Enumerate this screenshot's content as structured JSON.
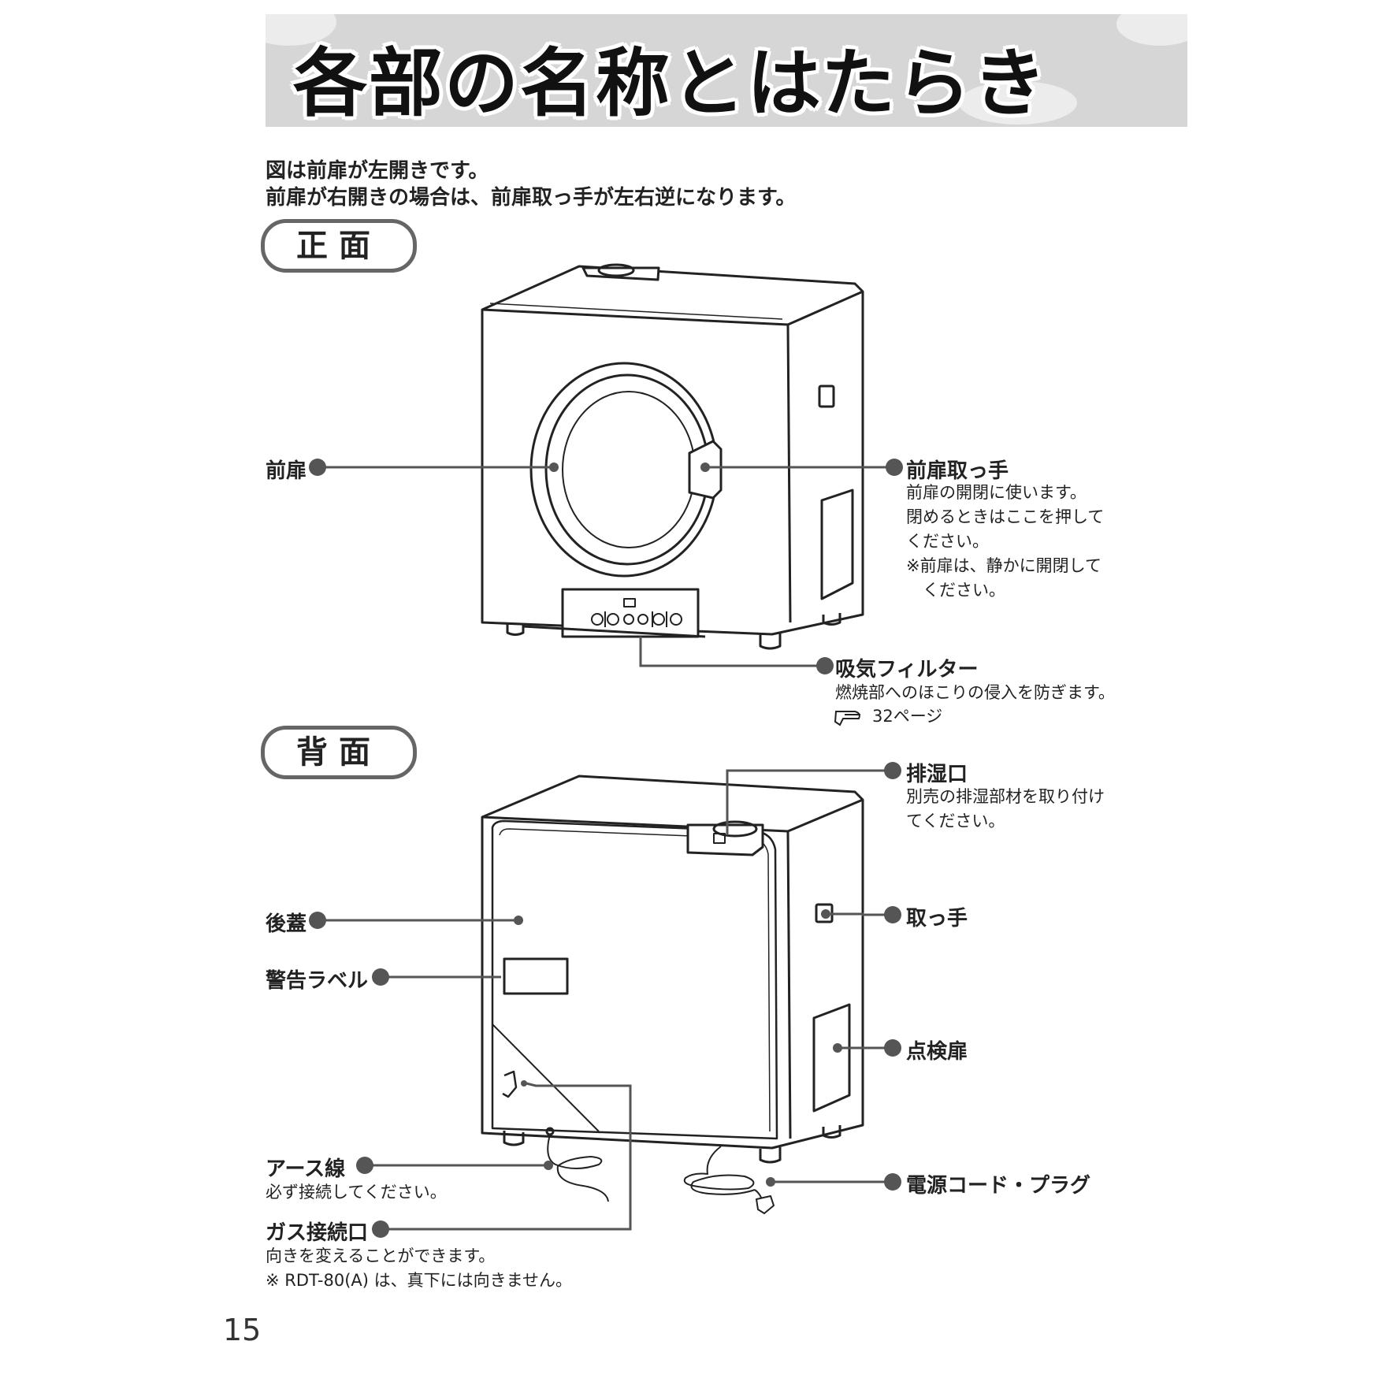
{
  "title": "各部の名称とはたらき",
  "intro": {
    "line1": "図は前扉が左開きです。",
    "line2": "前扉が右開きの場合は、前扉取っ手が左右逆になります。"
  },
  "sections": {
    "front": "正面",
    "back": "背面"
  },
  "front_labels": {
    "front_door": "前扉",
    "door_handle": "前扉取っ手",
    "door_handle_desc": [
      "前扉の開閉に使います。",
      "閉めるときはここを押して",
      "ください。",
      "※前扉は、静かに開閉して",
      "　ください。"
    ],
    "intake_filter": "吸気フィルター",
    "intake_filter_desc": "燃焼部へのほこりの侵入を防ぎます。",
    "page_ref": "32ページ"
  },
  "back_labels": {
    "exhaust_port": "排湿口",
    "exhaust_port_desc": [
      "別売の排湿部材を取り付け",
      "てください。"
    ],
    "back_cover": "後蓋",
    "warning_label": "警告ラベル",
    "handle": "取っ手",
    "inspection_door": "点検扉",
    "earth_wire": "アース線",
    "earth_wire_desc": "必ず接続してください。",
    "gas_inlet": "ガス接続口",
    "gas_inlet_desc": [
      "向きを変えることができます。",
      "※ RDT-80(A) は、真下には向きません。"
    ],
    "power_cord": "電源コード・プラグ"
  },
  "page_number": "15",
  "colors": {
    "banner": "#d6d6d6",
    "leader": "#555555",
    "dot": "#555555",
    "outline": "#222222"
  }
}
